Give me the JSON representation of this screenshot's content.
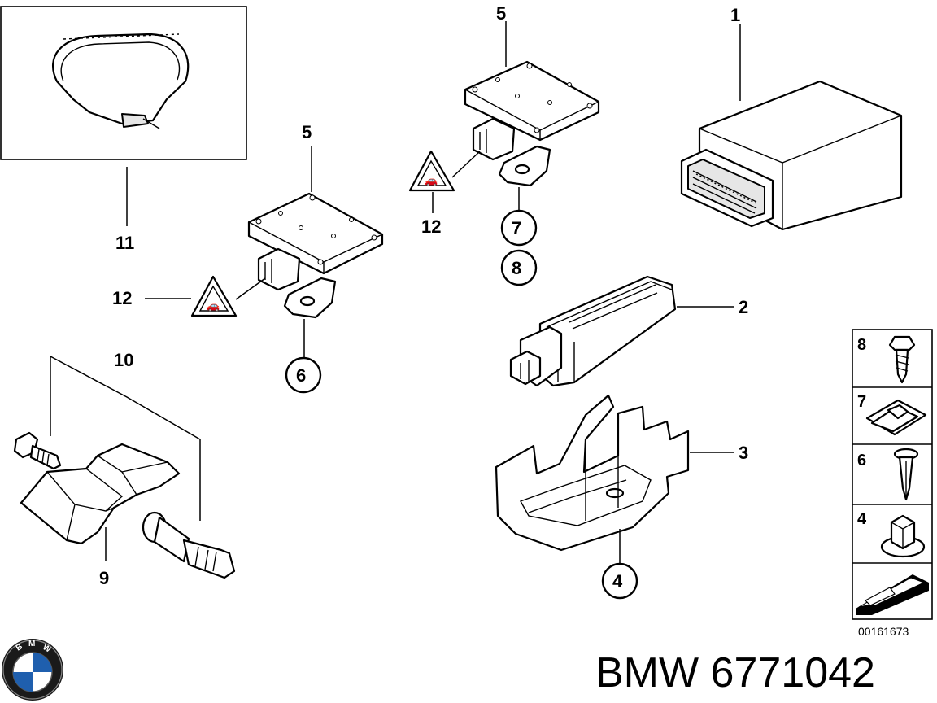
{
  "diagram": {
    "part_numbers": {
      "p1": "1",
      "p2": "2",
      "p3": "3",
      "p4": "4",
      "p5a": "5",
      "p5b": "5",
      "p6": "6",
      "p7": "7",
      "p8": "8",
      "p9": "9",
      "p10": "10",
      "p11": "11",
      "p12a": "12",
      "p12b": "12"
    },
    "circled_numbers": {
      "c6": "6",
      "c7": "7",
      "c8": "8",
      "c4": "4"
    },
    "legend": {
      "l8": "8",
      "l7": "7",
      "l6": "6",
      "l4": "4"
    },
    "reference_code": "00161673"
  },
  "branding": {
    "logo_letters": "BMW",
    "caption": "BMW 6771042"
  }
}
